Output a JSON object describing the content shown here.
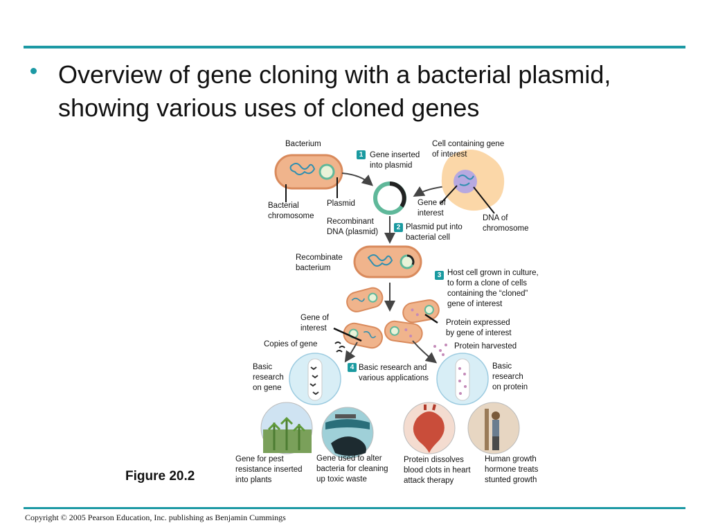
{
  "slide": {
    "bullet": "Overview of gene cloning with a bacterial plasmid, showing various uses of cloned genes",
    "figure_label": "Figure 20.2",
    "copyright": "Copyright © 2005 Pearson Education, Inc. publishing as Benjamin Cummings"
  },
  "diagram": {
    "labels": {
      "bacterium": "Bacterium",
      "cell_containing": "Cell containing gene\nof interest",
      "gene_inserted": "Gene inserted\ninto plasmid",
      "bacterial_chromosome": "Bacterial\nchromosome",
      "plasmid": "Plasmid",
      "gene_of_interest_top": "Gene of\ninterest",
      "dna_of_chromosome": "DNA of\nchromosome",
      "recombinant_dna": "Recombinant\nDNA (plasmid)",
      "plasmid_put_into": "Plasmid put into\nbacterial cell",
      "recombinate_bacterium": "Recombinate\nbacterium",
      "host_cell_grown": "Host cell grown in culture,\nto form a clone of cells\ncontaining the “cloned”\ngene of interest",
      "gene_of_interest_mid": "Gene of\ninterest",
      "protein_expressed": "Protein expressed\nby gene of interest",
      "copies_of_gene": "Copies of gene",
      "protein_harvested": "Protein harvested",
      "basic_research_gene": "Basic\nresearch\non gene",
      "basic_research_applications": "Basic research and\nvarious applications",
      "basic_research_protein": "Basic\nresearch\non protein",
      "app_pest": "Gene for pest\nresistance inserted\ninto plants",
      "app_toxic": "Gene used to alter\nbacteria for cleaning\nup toxic waste",
      "app_clots": "Protein dissolves\nblood clots in heart\nattack therapy",
      "app_growth": "Human growth\nhormone treats\nstunted growth"
    },
    "steps": [
      "1",
      "2",
      "3",
      "4"
    ],
    "colors": {
      "accent": "#1c99a4",
      "bacterium_fill": "#f0b48c",
      "bacterium_edge": "#d98a5c",
      "plasmid": "#5fb89a",
      "dna": "#2f8fb0",
      "cell": "#fbd7a8",
      "protein": "#c48ab8"
    }
  }
}
